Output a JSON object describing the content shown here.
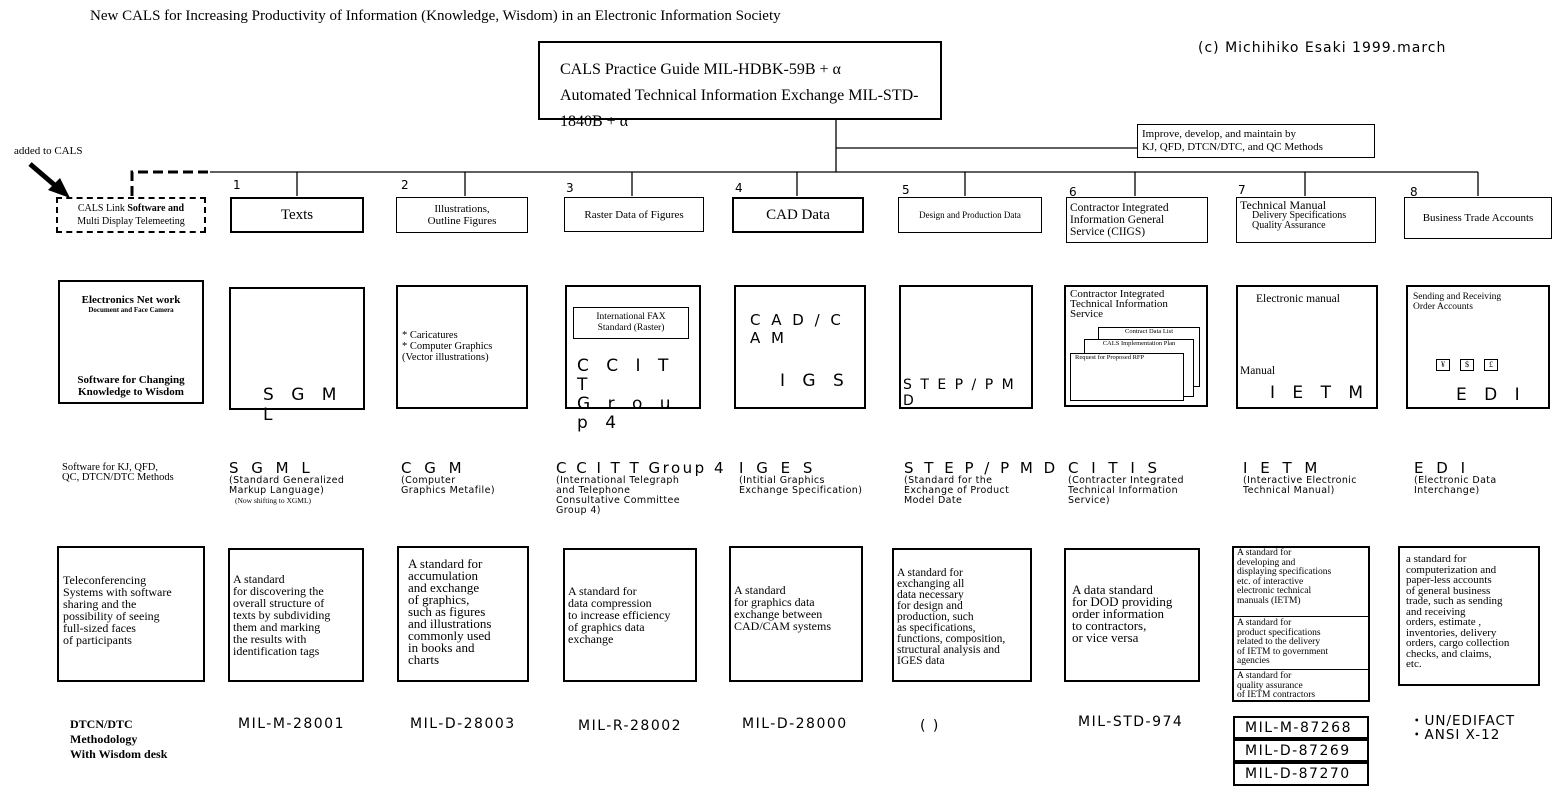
{
  "header": {
    "title": "New CALS for Increasing Productivity of Information (Knowledge, Wisdom) in an Electronic Information Society",
    "copyright": "(c) Michihiko Esaki 1999.march"
  },
  "top_box": {
    "line1": "CALS Practice Guide MIL-HDBK-59B + α",
    "line2": "Automated Technical Information Exchange   MIL-STD-1840B + α"
  },
  "improve_box": "Improve, develop, and maintain by\nKJ, QFD, DTCN/DTC, and QC Methods",
  "added_label": "added to CALS",
  "columns": [
    {
      "number": "",
      "category_plain": "CALS Link ",
      "category_bold": "Software and",
      "category_line2": "Multi Display Telemeeting",
      "image": {
        "top": "Electronics Net work",
        "sub": "Document and Face Camera",
        "bottom": "Software for Changing\nKnowledge to Wisdom"
      },
      "std_text": "Software for KJ, QFD,\nQC, DTCN/DTC Methods",
      "description": "Teleconferencing\nSystems with software\nsharing and the\npossibility of seeing\nfull-sized faces\nof participants",
      "code": "DTCN/DTC\nMethodology\nWith Wisdom desk"
    },
    {
      "number": "1",
      "category": "Texts",
      "image_label": "S G M L",
      "std_title": "S G M L",
      "std_sub": "(Standard Generalized\nMarkup Language)",
      "std_note": "(Now shifting to XGML)",
      "description": "A standard\nfor discovering the\noverall structure of\ntexts by subdividing\nthem and marking\nthe results with\nidentification tags",
      "code": "MIL-M-28001"
    },
    {
      "number": "2",
      "category": "Illustrations,\nOutline Figures",
      "image_label": "* Caricatures\n* Computer Graphics\n   (Vector illustrations)",
      "std_title": "C G M",
      "std_sub": "(Computer\nGraphics Metafile)",
      "description": "A standard for\naccumulation\nand exchange\nof graphics,\nsuch as figures\nand illustrations\ncommonly used\nin books and\ncharts",
      "code": "MIL-D-28003"
    },
    {
      "number": "3",
      "category": "Raster Data of Figures",
      "image_inner": "International FAX\nStandard (Raster)",
      "image_label": "C C I T T\nG r o u p  4",
      "std_title": "C C I T T  Group 4",
      "std_sub": "(International Telegraph\nand Telephone\nConsultative Committee\nGroup 4)",
      "description": "A standard for\ndata compression\nto increase efficiency\nof graphics data\nexchange",
      "code": "MIL-R-28002"
    },
    {
      "number": "4",
      "category": "CAD Data",
      "image_label_top": "C A D / C A M",
      "image_label": "I G S",
      "std_title": "I G E S",
      "std_sub": "(Intitial Graphics\nExchange Specification)",
      "description": "A standard\nfor graphics data\nexchange between\nCAD/CAM systems",
      "code": "MIL-D-28000"
    },
    {
      "number": "5",
      "category": "Design and Production Data",
      "image_label": "S T E P / P M D",
      "std_title": "S T E P / P M D",
      "std_sub": "(Standard for the\nExchange of Product\nModel Date",
      "description": "A standard for\nexchanging all\ndata necessary\nfor design and\nproduction, such\nas specifications,\nfunctions, composition,\nstructural analysis and\nIGES data",
      "code": "(           )"
    },
    {
      "number": "6",
      "category": "Contractor Integrated\nInformation General\nService (CIIGS)",
      "image_title": "Contractor Integrated\nTechnical Information\nService",
      "image_docs": [
        "Contract Data List",
        "CALS Implementation Plan",
        "Request for Proposed RFP"
      ],
      "std_title": "C I T I S",
      "std_sub": "(Contracter Integrated\nTechnical Information\nService)",
      "description": "A data standard\nfor DOD providing\norder information\nto contractors,\nor vice versa",
      "code": "MIL-STD-974"
    },
    {
      "number": "7",
      "category": "Technical Manual",
      "category_sub": "Delivery Specifications\nQuality Assurance",
      "image_top": "Electronic manual",
      "image_manual": "Manual",
      "image_label": "I E T M",
      "std_title": "I E T M",
      "std_sub": "(Interactive Electronic\nTechnical Manual)",
      "descriptions": [
        "A standard for\ndeveloping and\ndisplaying specifications\netc. of interactive\nelectronic technical\nmanuals (IETM)",
        "A standard for\nproduct specifications\nrelated to the delivery\nof IETM to government\nagencies",
        "A standard for\nquality assurance\nof IETM contractors"
      ],
      "codes": [
        "MIL-M-87268",
        "MIL-D-87269",
        "MIL-D-87270"
      ]
    },
    {
      "number": "8",
      "category": "Business Trade Accounts",
      "image_title": "Sending and Receiving\nOrder Accounts",
      "image_currency": [
        "¥",
        "$",
        "£"
      ],
      "image_label": "E D I",
      "std_title": "E D I",
      "std_sub": "(Electronic Data\nInterchange)",
      "description": "a standard for\ncomputerization and\npaper-less accounts\nof general business\ntrade, such as sending\nand receiving\norders, estimate ,\ninventories, delivery\norders, cargo collection\nchecks, and claims,\netc.",
      "code": "・UN/EDIFACT\n・ANSI X-12"
    }
  ]
}
